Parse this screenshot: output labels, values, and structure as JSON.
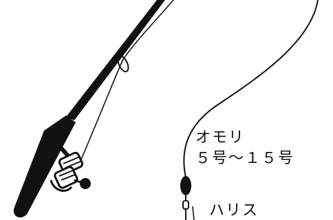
{
  "labels": {
    "sinker": {
      "name": "オモリ",
      "size_range": "５号〜１５号"
    },
    "leader": {
      "name": "ハリス"
    }
  },
  "parts": {
    "rod": "fishing-rod",
    "reel": "spinning-reel",
    "line": "fishing-line",
    "sinker": "sinker-weight",
    "swivel": "swivel"
  },
  "colors": {
    "ink": "#111111",
    "background": "#ffffff"
  }
}
